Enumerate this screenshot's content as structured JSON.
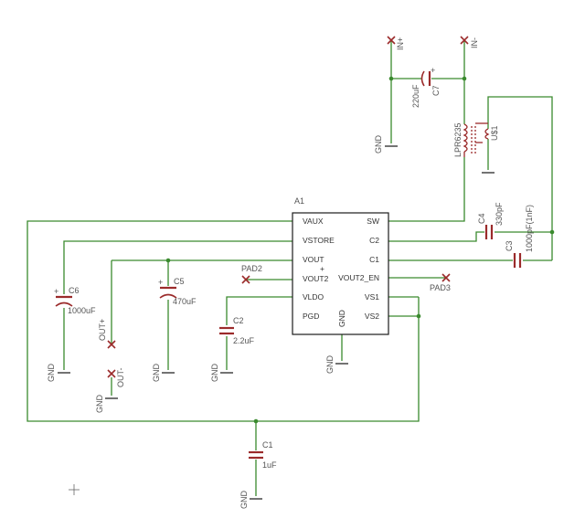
{
  "ic": {
    "name": "A1",
    "pins_left": [
      "VAUX",
      "VSTORE",
      "VOUT",
      "VOUT2",
      "VLDO",
      "PGD"
    ],
    "pins_right": [
      "SW",
      "C2",
      "C1",
      "VOUT2_EN",
      "VS1",
      "VS2"
    ],
    "pin_bottom": "GND",
    "mark": "+"
  },
  "components": {
    "c1": {
      "name": "C1",
      "value": "1uF"
    },
    "c2": {
      "name": "C2",
      "value": "2.2uF"
    },
    "c3": {
      "name": "C3",
      "value": "1000pF(1nF)"
    },
    "c4": {
      "name": "C4",
      "value": "330pF"
    },
    "c5": {
      "name": "C5",
      "value": "470uF"
    },
    "c6": {
      "name": "C6",
      "value": "1000uF"
    },
    "c7": {
      "name": "C7",
      "value": "220uF"
    },
    "inductor": {
      "name": "U$1",
      "value": "LPR6235"
    }
  },
  "pads": {
    "pad2": "PAD2",
    "pad3": "PAD3"
  },
  "connectors": {
    "out_plus": "OUT+",
    "out_minus": "OUT-",
    "in_plus": "IN+",
    "in_minus": "IN-"
  },
  "gnd": "GND",
  "colors": {
    "wire": "#3a8a2e",
    "part": "#9b2b2b",
    "outline": "#1c1c1c"
  }
}
